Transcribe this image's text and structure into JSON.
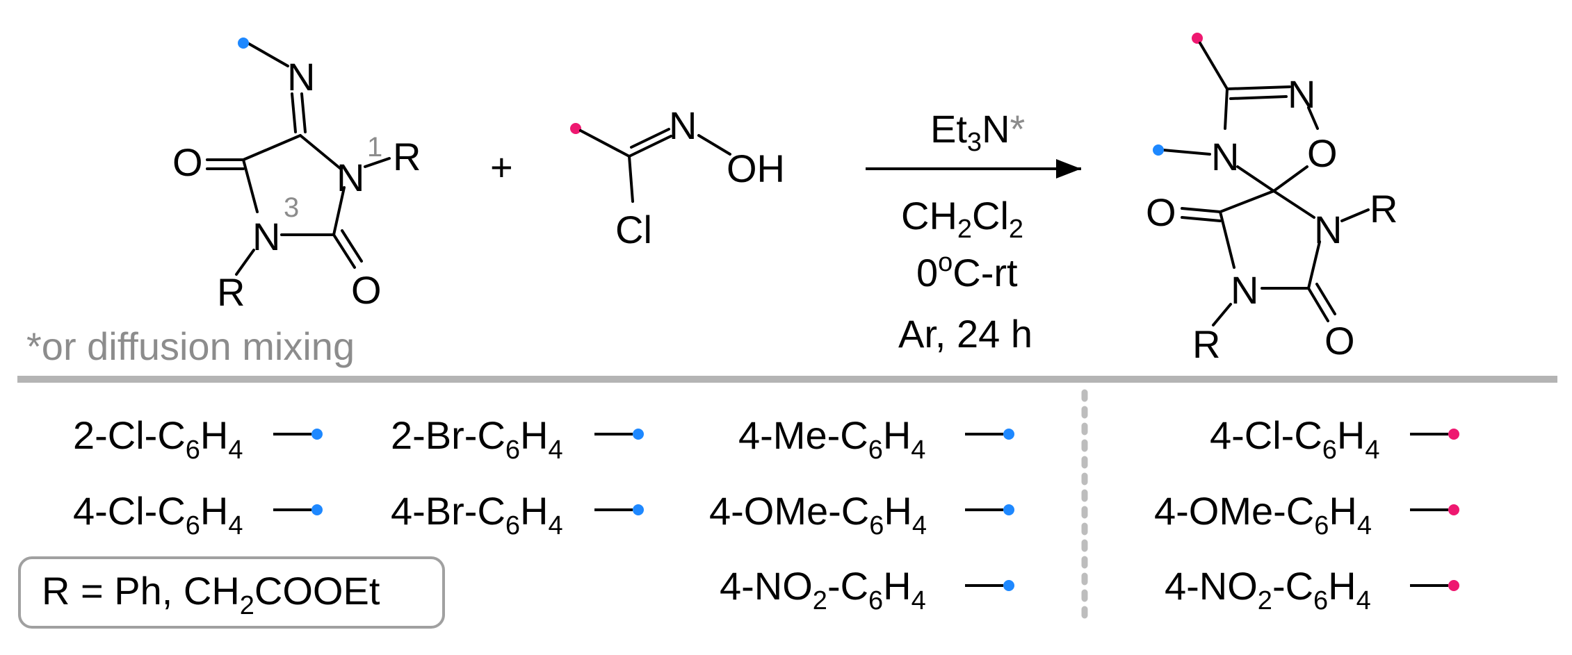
{
  "colors": {
    "blue_dot": "#1e88ff",
    "pink_dot": "#ee1870",
    "separator": "#b4b4b4",
    "note_gray": "#8c8c8c",
    "box_border": "#a0a0a0"
  },
  "reactant1": {
    "atoms": {
      "n_imine": "N",
      "o_left": "O",
      "n1": "N",
      "r_n1": "R",
      "n3": "N",
      "r_n3": "R",
      "o_bottom": "O"
    },
    "locants": {
      "one": "1",
      "three": "3"
    }
  },
  "plus": "+",
  "reactant2": {
    "n": "N",
    "oh": "OH",
    "cl": "Cl"
  },
  "conditions": {
    "base": "Et",
    "base_sub": "3",
    "base_tail": "N",
    "base_star": "*",
    "solvent": "CH",
    "solvent_sub1": "2",
    "solvent_mid": "Cl",
    "solvent_sub2": "2",
    "temp_pre": "0",
    "temp_sup": "o",
    "temp_post": "C-rt",
    "atmosphere": "Ar, 24 h"
  },
  "product": {
    "atoms": {
      "n_ox": "N",
      "o_ox": "O",
      "n4": "N",
      "o_left": "O",
      "n_right": "N",
      "r_right": "R",
      "n_bottom": "N",
      "r_bottom": "R",
      "o_bottom": "O"
    }
  },
  "note": "*or diffusion mixing",
  "r_definition": {
    "pre": "R = Ph, CH",
    "sub": "2",
    "post": "COOEt"
  },
  "substituents_blue": [
    [
      {
        "a": "2-Cl-C",
        "b": "6",
        "c": "H",
        "d": "4"
      },
      {
        "a": "2-Br-C",
        "b": "6",
        "c": "H",
        "d": "4"
      },
      {
        "a": "4-Me-C",
        "b": "6",
        "c": "H",
        "d": "4"
      }
    ],
    [
      {
        "a": "4-Cl-C",
        "b": "6",
        "c": "H",
        "d": "4"
      },
      {
        "a": "4-Br-C",
        "b": "6",
        "c": "H",
        "d": "4"
      },
      {
        "a": "4-OMe-C",
        "b": "6",
        "c": "H",
        "d": "4"
      }
    ],
    [
      {
        "a": "4-NO",
        "b": "2",
        "c": "-C",
        "d": "6",
        "e": "H",
        "f": "4"
      }
    ]
  ],
  "substituents_pink": [
    {
      "a": "4-Cl-C",
      "b": "6",
      "c": "H",
      "d": "4"
    },
    {
      "a": "4-OMe-C",
      "b": "6",
      "c": "H",
      "d": "4"
    },
    {
      "a": "4-NO",
      "b": "2",
      "c": "-C",
      "d": "6",
      "e": "H",
      "f": "4"
    }
  ]
}
